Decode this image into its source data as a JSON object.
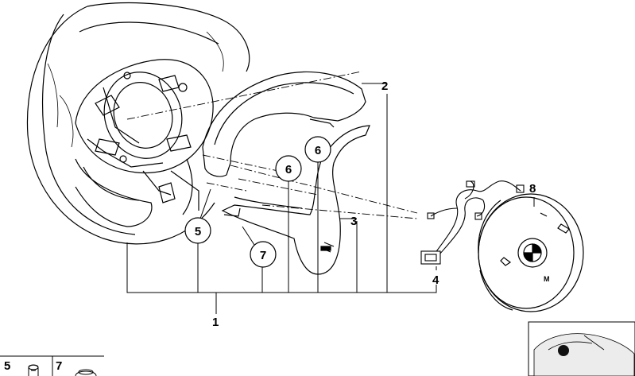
{
  "part_labels": {
    "p1": "1",
    "p2": "2",
    "p3": "3",
    "p4": "4",
    "p8": "8"
  },
  "callouts": {
    "c5": "5",
    "c6a": "6",
    "c6b": "6",
    "c7": "7"
  },
  "thumbnails": {
    "t5": "5",
    "t7": "7"
  },
  "airbag_mark": "M",
  "colors": {
    "line": "#000000",
    "gray_fill": "#e6e6e6",
    "dark_mark": "#111111"
  }
}
